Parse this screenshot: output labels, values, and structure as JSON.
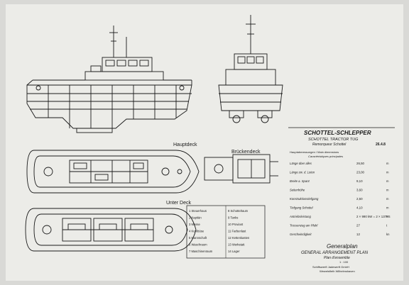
{
  "sections": {
    "hauptdeck": "Hauptdeck",
    "brueckendeck": "Brückendeck",
    "unter_deck": "Unter Deck"
  },
  "title_block": {
    "line1": "SCHOTTEL-SCHLEPPER",
    "line2": "SCHOTTEL TRACTOR TUG",
    "line3": "Remorqueur Schottel",
    "sheet_no": "26.4.8",
    "hauptabmessungen": "Hauptabmessungen / Main dimensions",
    "dims_sub": "Caractéristiques principales",
    "footer1": "Generalplan",
    "footer2": "GENERAL ARRANGEMENT PLAN",
    "footer3": "Plan d'ensemble",
    "scale": "1 : 100",
    "yard1": "Schiffswerft  Jadewerft  GmbH",
    "yard2": "Wewelsfleth  Wilhelmshaven"
  },
  "specs": [
    {
      "label": "Länge über alles",
      "value": "26,50",
      "unit": "m"
    },
    {
      "label": "Länge zw. d. Loten",
      "value": "23,00",
      "unit": "m"
    },
    {
      "label": "Breite a. Spant",
      "value": "9,10",
      "unit": "m"
    },
    {
      "label": "Seitenhöhe",
      "value": "3,60",
      "unit": "m"
    },
    {
      "label": "Konstruktionstiefgang",
      "value": "2,50",
      "unit": "m"
    },
    {
      "label": "Tiefgang Schottel",
      "value": "4,10",
      "unit": "m"
    },
    {
      "label": "Antriebsleistung",
      "value": "2 × 990 kW = 2 × 1375",
      "unit": "PS"
    },
    {
      "label": "Trossenzug am Pfahl",
      "value": "27",
      "unit": "t"
    },
    {
      "label": "Geschwindigkeit",
      "value": "12",
      "unit": "kn"
    }
  ],
  "legend": [
    "Steuerhaus",
    "Kapitän",
    "Messe",
    "Kombüse",
    "Mannschaft",
    "Waschraum",
    "Maschinenraum",
    "Schottelraum",
    "Tanks",
    "Proviant",
    "Farbenlast",
    "Kettenkasten",
    "Werkstatt",
    "Lager"
  ]
}
